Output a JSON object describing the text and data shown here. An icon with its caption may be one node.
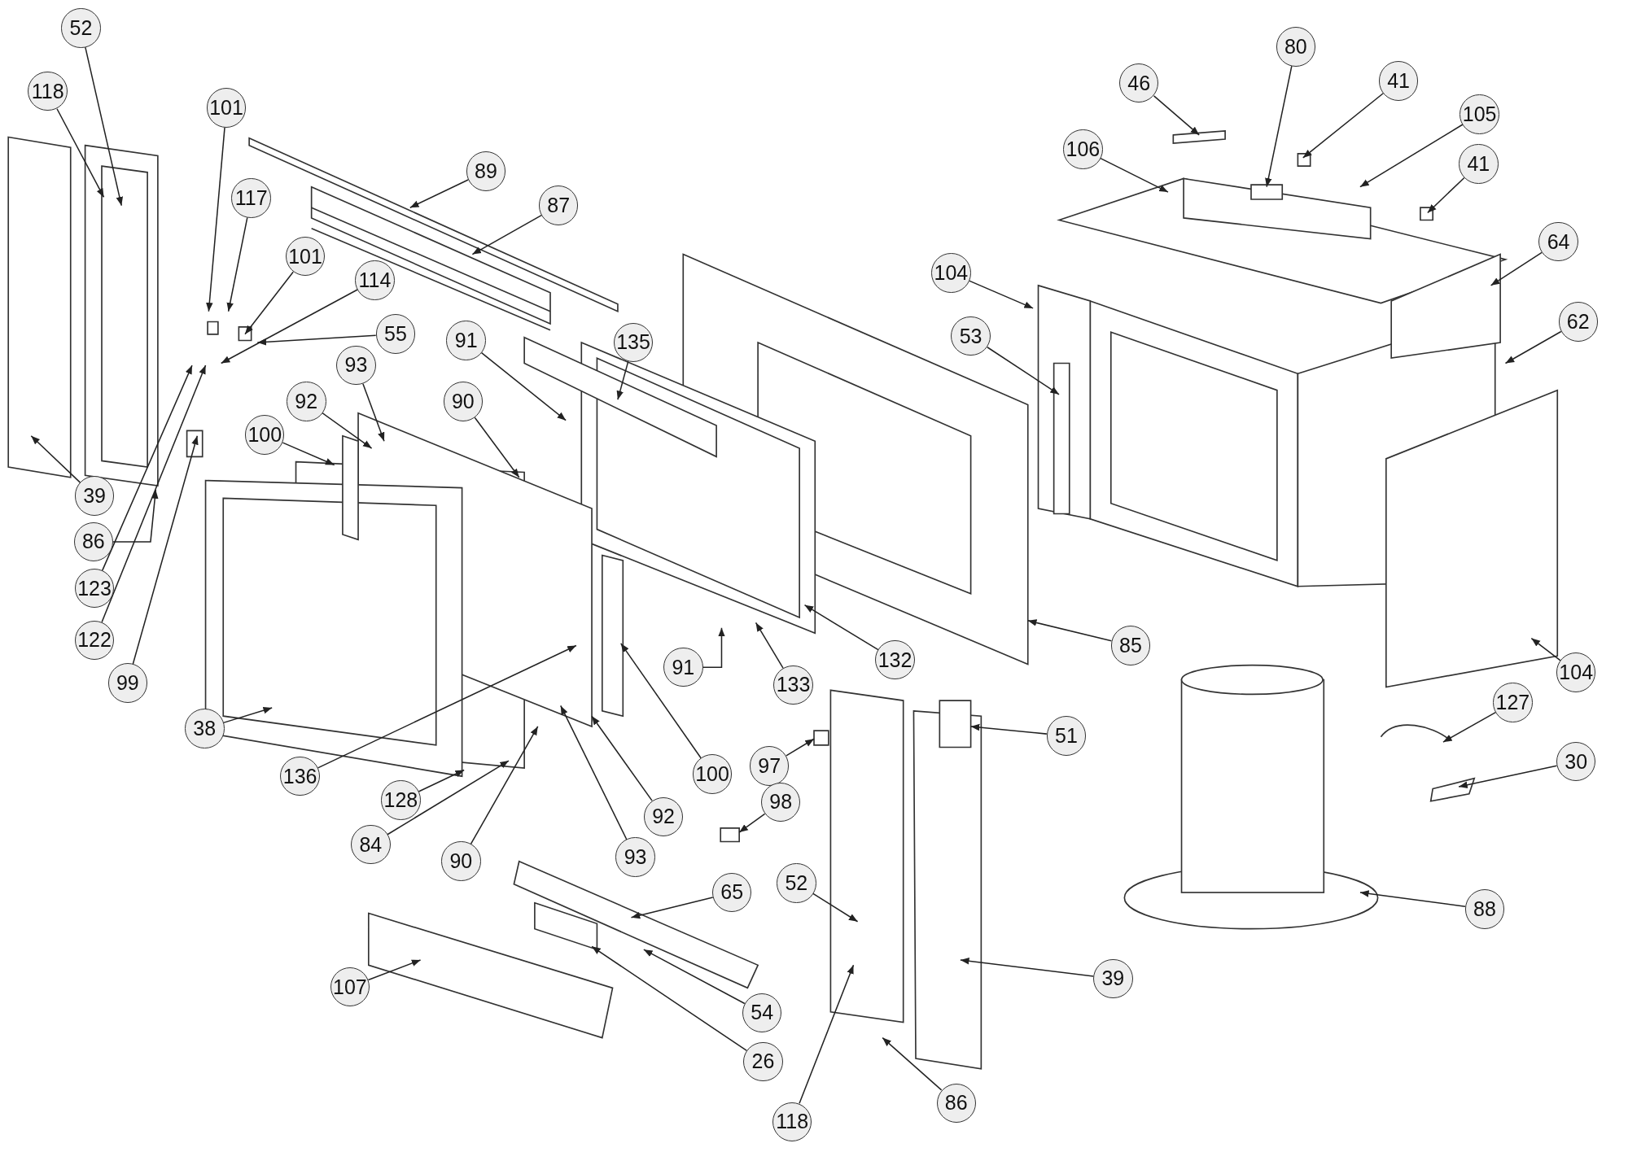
{
  "diagram": {
    "nodes": [
      {
        "text": [
          "52"
        ]
      },
      {
        "text": [
          "118"
        ]
      },
      {
        "text": [
          "101"
        ]
      },
      {
        "text": [
          "89"
        ]
      },
      {
        "text": [
          "87"
        ]
      },
      {
        "text": [
          "117"
        ]
      },
      {
        "text": [
          "101"
        ]
      },
      {
        "text": [
          "114"
        ]
      },
      {
        "text": [
          "55"
        ]
      },
      {
        "text": [
          "91"
        ]
      },
      {
        "text": [
          "135"
        ]
      },
      {
        "text": [
          "93"
        ]
      },
      {
        "text": [
          "92"
        ]
      },
      {
        "text": [
          "90"
        ]
      },
      {
        "text": [
          "100"
        ]
      },
      {
        "text": [
          "39"
        ]
      },
      {
        "text": [
          "86"
        ]
      },
      {
        "text": [
          "123"
        ]
      },
      {
        "text": [
          "122"
        ]
      },
      {
        "text": [
          "99"
        ]
      },
      {
        "text": [
          "91"
        ]
      },
      {
        "text": [
          "97"
        ]
      },
      {
        "text": [
          "133"
        ]
      },
      {
        "text": [
          "132"
        ]
      },
      {
        "text": [
          "85"
        ]
      },
      {
        "text": [
          "51"
        ]
      },
      {
        "text": [
          "38"
        ]
      },
      {
        "text": [
          "136"
        ]
      },
      {
        "text": [
          "128"
        ]
      },
      {
        "text": [
          "100"
        ]
      },
      {
        "text": [
          "84"
        ]
      },
      {
        "text": [
          "92"
        ]
      },
      {
        "text": [
          "90"
        ]
      },
      {
        "text": [
          "93"
        ]
      },
      {
        "text": [
          "98"
        ]
      },
      {
        "text": [
          "65"
        ]
      },
      {
        "text": [
          "52"
        ]
      },
      {
        "text": [
          "107"
        ]
      },
      {
        "text": [
          "54"
        ]
      },
      {
        "text": [
          "26"
        ]
      },
      {
        "text": [
          "118"
        ]
      },
      {
        "text": [
          "86"
        ]
      },
      {
        "text": [
          "39"
        ]
      },
      {
        "text": [
          "46"
        ]
      },
      {
        "text": [
          "80"
        ]
      },
      {
        "text": [
          "41"
        ]
      },
      {
        "text": [
          "105"
        ]
      },
      {
        "text": [
          "106"
        ]
      },
      {
        "text": [
          "41"
        ]
      },
      {
        "text": [
          "64"
        ]
      },
      {
        "text": [
          "104"
        ]
      },
      {
        "text": [
          "53"
        ]
      },
      {
        "text": [
          "62"
        ]
      },
      {
        "text": [
          "104"
        ]
      },
      {
        "text": [
          "127"
        ]
      },
      {
        "text": [
          "30"
        ]
      },
      {
        "text": [
          "88"
        ]
      }
    ],
    "edges": [
      {
        "from": 0,
        "to": null,
        "arrow": "to"
      },
      {
        "from": 1,
        "to": null,
        "arrow": "to"
      },
      {
        "from": 2,
        "to": null,
        "arrow": "to"
      },
      {
        "from": 3,
        "to": null,
        "arrow": "to"
      },
      {
        "from": 4,
        "to": null,
        "arrow": "to"
      },
      {
        "from": 5,
        "to": null,
        "arrow": "to"
      },
      {
        "from": 6,
        "to": null,
        "arrow": "to"
      },
      {
        "from": 7,
        "to": null,
        "arrow": "to"
      },
      {
        "from": 8,
        "to": null,
        "arrow": "to"
      },
      {
        "from": 9,
        "to": null,
        "arrow": "to"
      },
      {
        "from": 10,
        "to": null,
        "arrow": "to"
      },
      {
        "from": 11,
        "to": null,
        "arrow": "to"
      },
      {
        "from": 12,
        "to": null,
        "arrow": "to"
      },
      {
        "from": 13,
        "to": null,
        "arrow": "to"
      },
      {
        "from": 14,
        "to": null,
        "arrow": "to"
      },
      {
        "from": 15,
        "to": null,
        "arrow": "to"
      },
      {
        "from": 16,
        "to": null,
        "arrow": "to"
      },
      {
        "from": 17,
        "to": null,
        "arrow": "to"
      },
      {
        "from": 18,
        "to": null,
        "arrow": "to"
      },
      {
        "from": 19,
        "to": null,
        "arrow": "to"
      },
      {
        "from": 20,
        "to": null,
        "arrow": "to"
      },
      {
        "from": 21,
        "to": null,
        "arrow": "to"
      },
      {
        "from": 22,
        "to": null,
        "arrow": "to"
      },
      {
        "from": 23,
        "to": null,
        "arrow": "to"
      },
      {
        "from": 24,
        "to": null,
        "arrow": "to"
      },
      {
        "from": 25,
        "to": null,
        "arrow": "to"
      },
      {
        "from": 26,
        "to": null,
        "arrow": "to"
      },
      {
        "from": 27,
        "to": null,
        "arrow": "to"
      },
      {
        "from": 28,
        "to": null,
        "arrow": "to"
      },
      {
        "from": 29,
        "to": null,
        "arrow": "to"
      },
      {
        "from": 30,
        "to": null,
        "arrow": "to"
      },
      {
        "from": 31,
        "to": null,
        "arrow": "to"
      },
      {
        "from": 32,
        "to": null,
        "arrow": "to"
      },
      {
        "from": 33,
        "to": null,
        "arrow": "to"
      },
      {
        "from": 34,
        "to": null,
        "arrow": "to"
      },
      {
        "from": 35,
        "to": null,
        "arrow": "to"
      },
      {
        "from": 36,
        "to": null,
        "arrow": "to"
      },
      {
        "from": 37,
        "to": null,
        "arrow": "to"
      },
      {
        "from": 38,
        "to": null,
        "arrow": "to"
      },
      {
        "from": 39,
        "to": null,
        "arrow": "to"
      },
      {
        "from": 40,
        "to": null,
        "arrow": "to"
      },
      {
        "from": 41,
        "to": null,
        "arrow": "to"
      },
      {
        "from": 42,
        "to": null,
        "arrow": "to"
      },
      {
        "from": 43,
        "to": null,
        "arrow": "to"
      },
      {
        "from": 44,
        "to": null,
        "arrow": "to"
      },
      {
        "from": 45,
        "to": null,
        "arrow": "to"
      },
      {
        "from": 46,
        "to": null,
        "arrow": "to"
      },
      {
        "from": 47,
        "to": null,
        "arrow": "to"
      },
      {
        "from": 48,
        "to": null,
        "arrow": "to"
      },
      {
        "from": 49,
        "to": null,
        "arrow": "to"
      },
      {
        "from": 50,
        "to": null,
        "arrow": "to"
      },
      {
        "from": 51,
        "to": null,
        "arrow": "to"
      },
      {
        "from": 52,
        "to": null,
        "arrow": "to"
      },
      {
        "from": 53,
        "to": null,
        "arrow": "to"
      },
      {
        "from": 54,
        "to": null,
        "arrow": "to"
      },
      {
        "from": 55,
        "to": null,
        "arrow": "to"
      },
      {
        "from": 56,
        "to": null,
        "arrow": "to"
      }
    ]
  }
}
